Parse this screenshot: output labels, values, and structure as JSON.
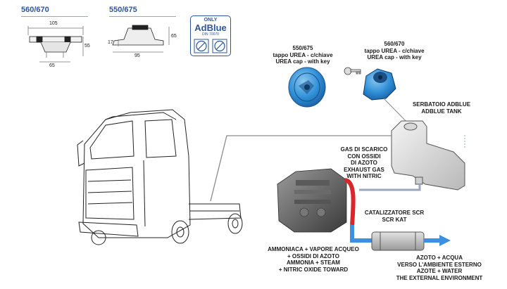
{
  "headers": {
    "left": "560/670",
    "right": "550/675"
  },
  "dims": {
    "left_width": "105",
    "left_height": "55",
    "left_base": "65",
    "right_height": "65",
    "right_base_height": "17",
    "right_width": "95"
  },
  "badge": {
    "top": "ONLY",
    "brand": "AdBlue",
    "sub": "DIN 70070"
  },
  "caps": {
    "left": [
      "550/675",
      "tappo UREA - c/chiave",
      "UREA cap - with key"
    ],
    "right": [
      "560/670",
      "tappo UREA - c/chiave",
      "UREA cap - with key"
    ]
  },
  "tank_label": [
    "SERBATOIO ADBLUE",
    "ADBLUE TANK"
  ],
  "exhaust_label": [
    "GAS DI SCARICO",
    "CON OSSIDI",
    "DI AZOTO",
    "EXHAUST GAS",
    "WITH NITRIC"
  ],
  "catalyst_label": [
    "CATALIZZATORE SCR",
    "SCR KAT"
  ],
  "ammonia_label": [
    "AMMONIACA + VAPORE ACQUEO",
    "+ OSSIDI DI AZOTO",
    "AMMONIA + STEAM",
    "+ NITRIC OXIDE TOWARD"
  ],
  "output_label": [
    "AZOTO + ACQUA",
    "VERSO L'AMBIENTE ESTERNO",
    "AZOTE + WATER",
    "THE EXTERNAL ENVIRONMENT"
  ],
  "colors": {
    "header_blue": "#2f5597",
    "cap_blue": "#2e8fd6",
    "pipe_red": "#d9262b",
    "pipe_blue": "#3d8fe0",
    "line_grey": "#8a8a8a"
  }
}
